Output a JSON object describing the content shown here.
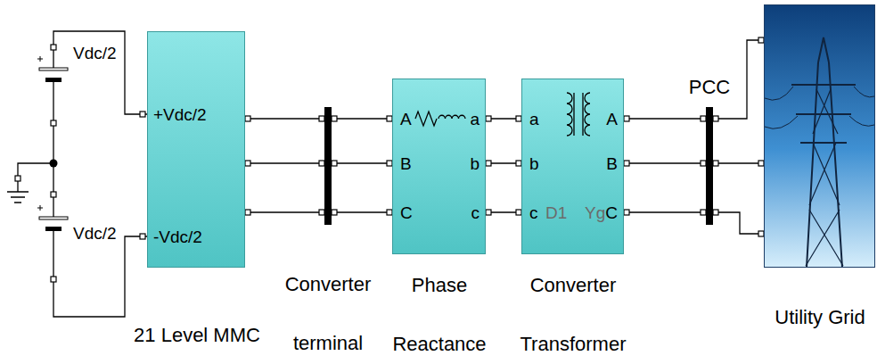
{
  "diagram": {
    "nodes": [
      {
        "text": [
          "+Vdc/2",
          "-Vdc/2",
          "21 Level MMC"
        ]
      },
      {
        "text": [
          "Converter terminal"
        ]
      },
      {
        "text": [
          "A",
          "B",
          "C",
          "a",
          "b",
          "c",
          "Phase Reactance"
        ]
      },
      {
        "text": [
          "a",
          "b",
          "c",
          "D1",
          "Yg",
          "A",
          "B",
          "C",
          "Converter Transformer"
        ]
      },
      {
        "text": [
          "PCC"
        ]
      },
      {
        "text": [
          "Utility Grid"
        ]
      }
    ],
    "edges": [
      {
        "from": 0,
        "to": 1,
        "arrow": "none"
      },
      {
        "from": 0,
        "to": 1,
        "arrow": "none"
      },
      {
        "from": 0,
        "to": 1,
        "arrow": "none"
      },
      {
        "from": 1,
        "to": 2,
        "arrow": "none"
      },
      {
        "from": 1,
        "to": 2,
        "arrow": "none"
      },
      {
        "from": 1,
        "to": 2,
        "arrow": "none"
      },
      {
        "from": 2,
        "to": 3,
        "arrow": "none"
      },
      {
        "from": 2,
        "to": 3,
        "arrow": "none"
      },
      {
        "from": 2,
        "to": 3,
        "arrow": "none"
      },
      {
        "from": 3,
        "to": 4,
        "arrow": "none"
      },
      {
        "from": 3,
        "to": 4,
        "arrow": "none"
      },
      {
        "from": 3,
        "to": 4,
        "arrow": "none"
      },
      {
        "from": 4,
        "to": 5,
        "arrow": "none"
      },
      {
        "from": 4,
        "to": 5,
        "arrow": "none"
      },
      {
        "from": 4,
        "to": 5,
        "arrow": "none"
      }
    ],
    "labels": [
      "Vdc/2",
      "Vdc/2"
    ]
  }
}
